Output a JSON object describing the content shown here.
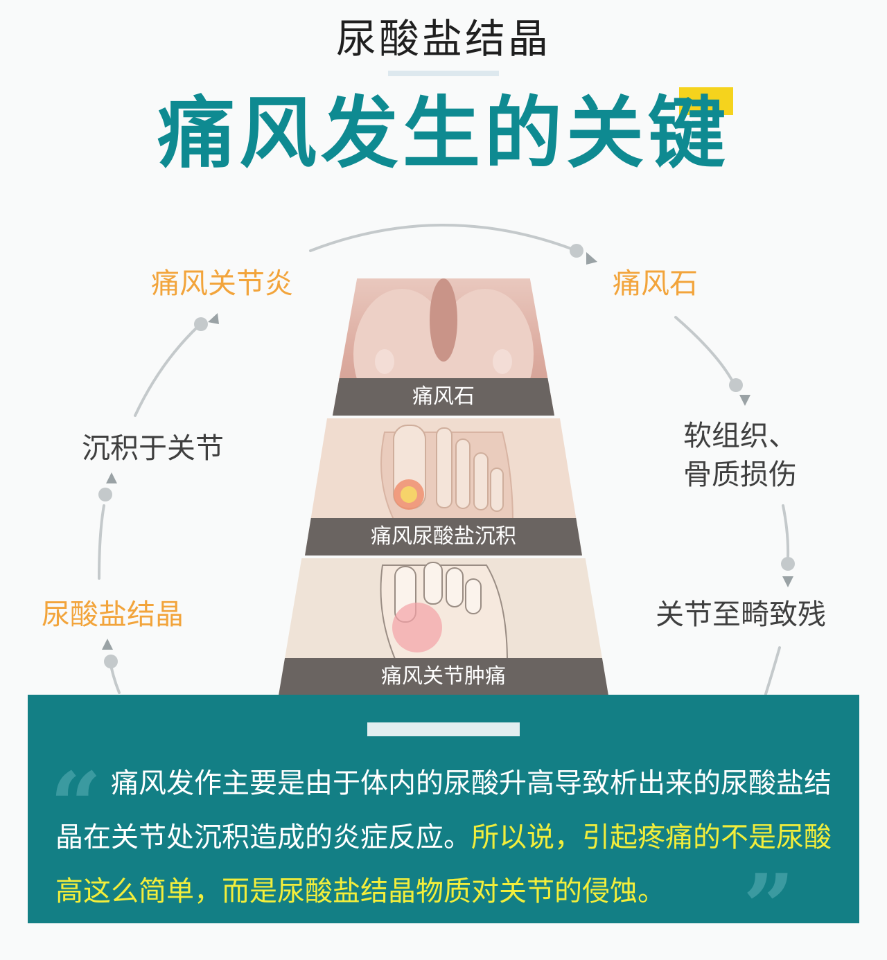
{
  "header": {
    "subtitle": "尿酸盐结晶",
    "title": "痛风发生的关键"
  },
  "cycle": {
    "steps": [
      {
        "label": "尿酸盐结晶"
      },
      {
        "label": "沉积于关节"
      },
      {
        "label": "痛风关节炎"
      },
      {
        "label": "痛风石"
      },
      {
        "label_line1": "软组织、",
        "label_line2": "骨质损伤"
      },
      {
        "label": "关节至畸致残"
      }
    ]
  },
  "photos": [
    {
      "caption": "痛风石"
    },
    {
      "caption": "痛风尿酸盐沉积"
    },
    {
      "caption": "痛风关节肿痛"
    }
  ],
  "note": {
    "text_normal": "痛风发作主要是由于体内的尿酸升高导致析出来的尿酸盐结晶在关节处沉积造成的炎症反应。",
    "text_highlight": "所以说，引起疼痛的不是尿酸高这么简单，而是尿酸盐结晶物质对关节的侵蚀。",
    "quote_open": "“",
    "quote_close": "”"
  },
  "colors": {
    "title": "#0e8a91",
    "accent": "#f5d31d",
    "orange_label": "#f2a43b",
    "note_bg": "#137f85",
    "note_highlight": "#f3ee3b"
  }
}
